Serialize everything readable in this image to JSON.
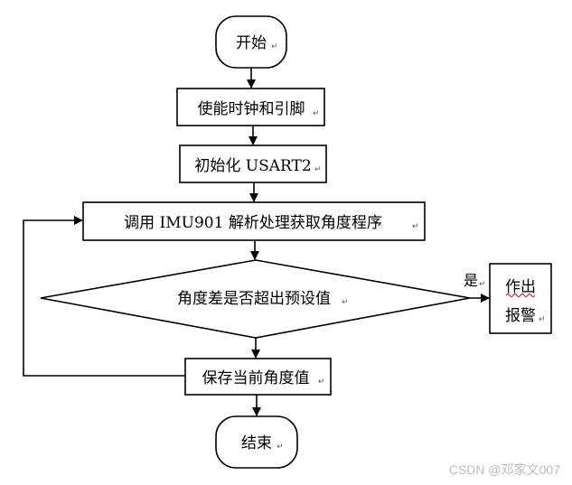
{
  "nodes": {
    "start": {
      "label": "开始"
    },
    "enable_clock": {
      "label": "使能时钟和引脚"
    },
    "init_usart": {
      "label": "初始化 USART2"
    },
    "call_imu": {
      "label": "调用 IMU901 解析处理获取角度程序"
    },
    "check_angle": {
      "label": "角度差是否超出预设值"
    },
    "alarm": {
      "label_line1": "作出",
      "label_line2": "报警"
    },
    "save_angle": {
      "label": "保存当前角度值"
    },
    "end": {
      "label": "结束"
    }
  },
  "edges": {
    "yes_label": "是"
  },
  "paragraph_mark": "↵",
  "watermark": "CSDN @邓家文007"
}
